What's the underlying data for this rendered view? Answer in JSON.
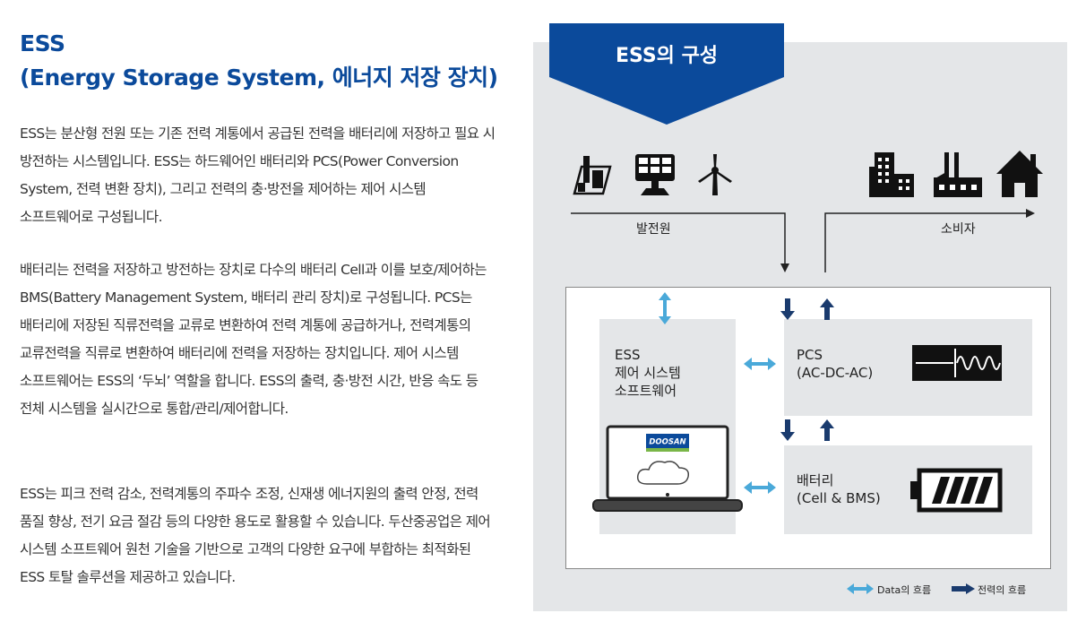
{
  "heading": {
    "line1": "ESS",
    "line2": "(Energy Storage System, 에너지 저장 장치)"
  },
  "paragraphs": [
    "ESS는 분산형 전원 또는 기존 전력 계통에서 공급된 전력을 배터리에 저장하고 필요 시 방전하는 시스템입니다. ESS는 하드웨어인 배터리와 PCS(Power Conversion System, 전력 변환 장치), 그리고 전력의 충·방전을 제어하는 제어 시스템 소프트웨어로 구성됩니다.",
    "배터리는 전력을 저장하고 방전하는 장치로 다수의 배터리 Cell과 이를 보호/제어하는 BMS(Battery Management System, 배터리 관리 장치)로 구성됩니다. PCS는 배터리에 저장된 직류전력을 교류로 변환하여 전력 계통에 공급하거나, 전력계통의 교류전력을 직류로 변환하여 배터리에 전력을 저장하는 장치입니다. 제어 시스템 소프트웨어는 ESS의 ‘두뇌’ 역할을 합니다. ESS의 출력, 충·방전 시간, 반응 속도 등 전체 시스템을 실시간으로 통합/관리/제어합니다.",
    "ESS는 피크 전력 감소, 전력계통의 주파수 조정, 신재생 에너지원의 출력 안정, 전력 품질 향상, 전기 요금 절감 등의 다양한 용도로 활용할 수 있습니다. 두산중공업은 제어 시스템 소프트웨어 원천 기술을 기반으로 고객의 다양한 요구에 부합하는 최적화된 ESS 토탈 솔루션을 제공하고 있습니다."
  ],
  "diagram": {
    "banner_title": "ESS의 구성",
    "source_label": "발전원",
    "consumer_label": "소비자",
    "control_box": "ESS\n제어 시스템\n소프트웨어",
    "pcs_box": "PCS\n(AC-DC-AC)",
    "battery_box": "배터리\n(Cell & BMS)",
    "laptop_logo": "DOOSAN",
    "legend_data": "Data의 흐름",
    "legend_power": "전력의 흐름",
    "icons": {
      "source": [
        "power-plant-icon",
        "solar-panel-icon",
        "wind-turbine-icon"
      ],
      "consumer": [
        "office-building-icon",
        "factory-icon",
        "house-icon"
      ]
    },
    "colors": {
      "accent_blue": "#0b4a9b",
      "data_arrow": "#4aa9d9",
      "power_arrow": "#1a3b6e",
      "panel_bg": "#e4e6e8"
    }
  }
}
